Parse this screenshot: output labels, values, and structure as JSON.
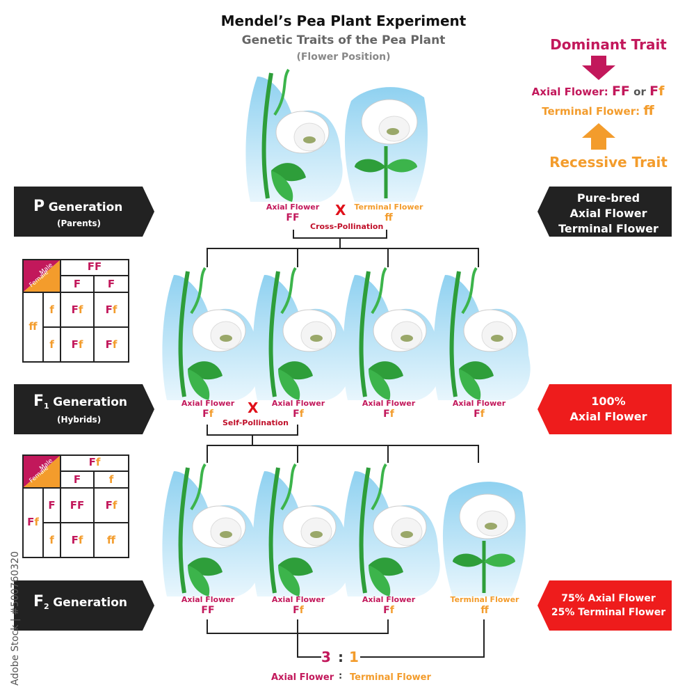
{
  "header": {
    "title": "Mendel’s Pea Plant Experiment",
    "subtitle": "Genetic Traits of the Pea Plant",
    "subtitle2": "(Flower Position)"
  },
  "legend": {
    "dominant": "Dominant Trait",
    "recessive": "Recessive Trait",
    "axial_label": "Axial Flower:",
    "axial_ff": "FF",
    "or": "or",
    "axial_F": "F",
    "axial_f": "f",
    "terminal_label": "Terminal Flower:",
    "terminal_ff": "ff"
  },
  "p_generation": {
    "letter": "P",
    "label": "Generation",
    "sub": "(Parents)",
    "axial_label": "Axial Flower",
    "axial_genotype": "FF",
    "terminal_label": "Terminal Flower",
    "terminal_genotype": "ff",
    "cross": "X",
    "cross_label": "Cross-Pollination",
    "right_box": [
      "Pure-bred",
      "Axial Flower",
      "Terminal Flower"
    ]
  },
  "f1_generation": {
    "letter": "F",
    "subscript": "1",
    "label": "Generation",
    "sub": "(Hybrids)",
    "plants": [
      {
        "label": "Axial Flower",
        "g1": "F",
        "g2": "f"
      },
      {
        "label": "Axial Flower",
        "g1": "F",
        "g2": "f"
      },
      {
        "label": "Axial Flower",
        "g1": "F",
        "g2": "f"
      },
      {
        "label": "Axial Flower",
        "g1": "F",
        "g2": "f"
      }
    ],
    "cross": "X",
    "cross_label": "Self-Pollination",
    "right_box": [
      "100%",
      "Axial Flower"
    ]
  },
  "f2_generation": {
    "letter": "F",
    "subscript": "2",
    "label": "Generation",
    "plants": [
      {
        "label": "Axial Flower",
        "g1": "F",
        "g2": "F",
        "terminal": false
      },
      {
        "label": "Axial Flower",
        "g1": "F",
        "g2": "f",
        "terminal": false
      },
      {
        "label": "Axial Flower",
        "g1": "F",
        "g2": "f",
        "terminal": false
      },
      {
        "label": "Terminal Flower",
        "g1": "f",
        "g2": "f",
        "terminal": true
      }
    ],
    "right_box": [
      "75% Axial Flower",
      "25% Terminal Flower"
    ]
  },
  "punnett1": {
    "male": "Male",
    "female": "Female",
    "top": "FF",
    "cols": [
      "F",
      "F"
    ],
    "left": "ff",
    "rows": [
      "f",
      "f"
    ],
    "cells": [
      [
        "F",
        "f",
        "F",
        "f"
      ],
      [
        "F",
        "f",
        "F",
        "f"
      ]
    ]
  },
  "punnett2": {
    "male": "Male",
    "female": "Female",
    "top_F": "F",
    "top_f": "f",
    "cols": [
      "F",
      "f"
    ],
    "left_F": "F",
    "left_f": "f",
    "rows": [
      "F",
      "f"
    ],
    "cells": [
      [
        "F",
        "F",
        "F",
        "f"
      ],
      [
        "F",
        "f",
        "f",
        "f"
      ]
    ]
  },
  "ratio": {
    "dominant_num": "3",
    "colon": ":",
    "recessive_num": "1",
    "dominant_label": "Axial Flower",
    "recessive_label": "Terminal Flower"
  },
  "watermark": "Adobe Stock | #500760320",
  "colors": {
    "dominant": "#c2185b",
    "recessive": "#f39c2c",
    "red": "#e0101a",
    "dark": "#222222",
    "sky": "#a9dcf3",
    "stem": "#2e9e3a"
  }
}
